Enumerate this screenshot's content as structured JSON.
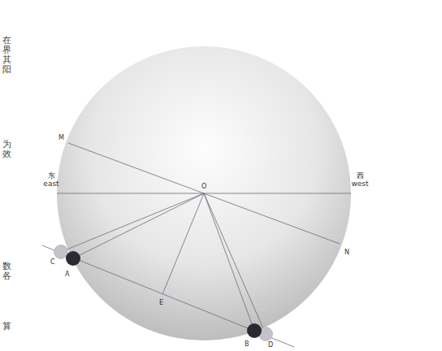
{
  "diagram": {
    "labels": [
      "M",
      "东 east",
      "O",
      "西 west",
      "N",
      "C",
      "A",
      "E",
      "B",
      "D",
      "在界其阳",
      "为效",
      "数各",
      "算"
    ]
  }
}
